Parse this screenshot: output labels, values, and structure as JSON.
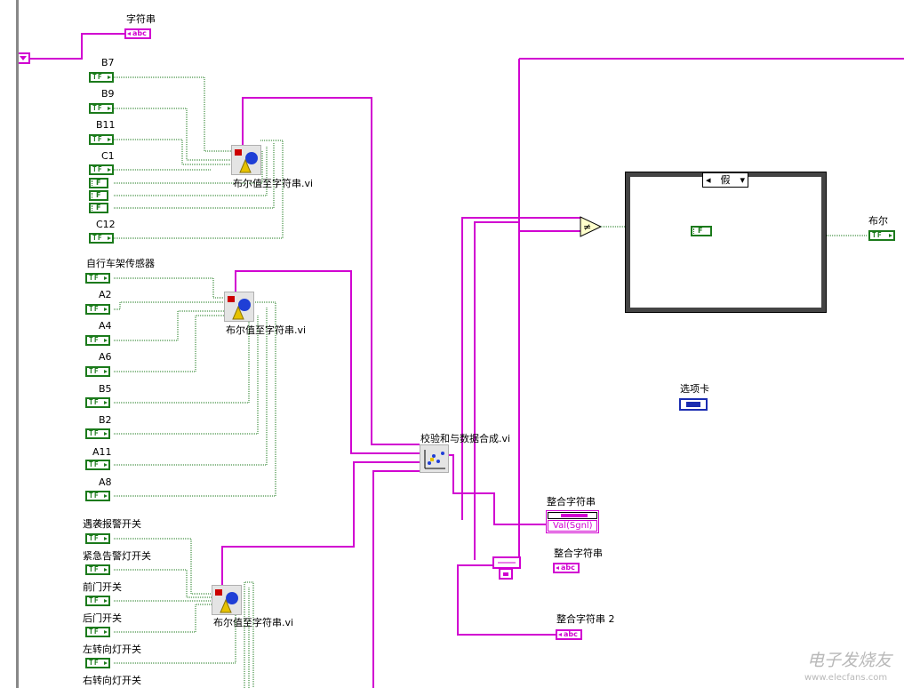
{
  "labels": {
    "string_ctrl": "字符串",
    "bool_group1": [
      "B7",
      "B9",
      "B11",
      "C1",
      "C12"
    ],
    "vi_bool_to_string": "布尔值至字符串.vi",
    "bool_group2": [
      "自行车架传感器",
      "A2",
      "A4",
      "A6",
      "B5",
      "B2",
      "A11",
      "A8"
    ],
    "bool_group3": [
      "遇袭报警开关",
      "紧急告警灯开关",
      "前门开关",
      "后门开关",
      "左转向灯开关",
      "右转向灯开关"
    ],
    "vi_checksum": "校验和与数据合成.vi",
    "combined_string": "整合字符串",
    "combined_string2": "整合字符串 2",
    "case_selector": "假",
    "bool_out": "布尔",
    "tab_ctrl": "选项卡",
    "indicator_value": "Val(Sgnl)",
    "watermark": "电子发烧友",
    "watermark_url": "www.elecfans.com"
  },
  "terminals": {
    "tf_text": "TF",
    "f_text": "F",
    "abc_text": "abc"
  },
  "colors": {
    "boolean_wire": "#1b7a1b",
    "string_wire": "#d100d1",
    "enum_wire": "#1a2cb0",
    "structure_border": "#444444"
  },
  "icons": {
    "bool_to_string": "vi-icon-shapes",
    "checksum": "vi-icon-graph",
    "not_equal": "not-equal-icon",
    "concat": "concatenate-icon"
  }
}
